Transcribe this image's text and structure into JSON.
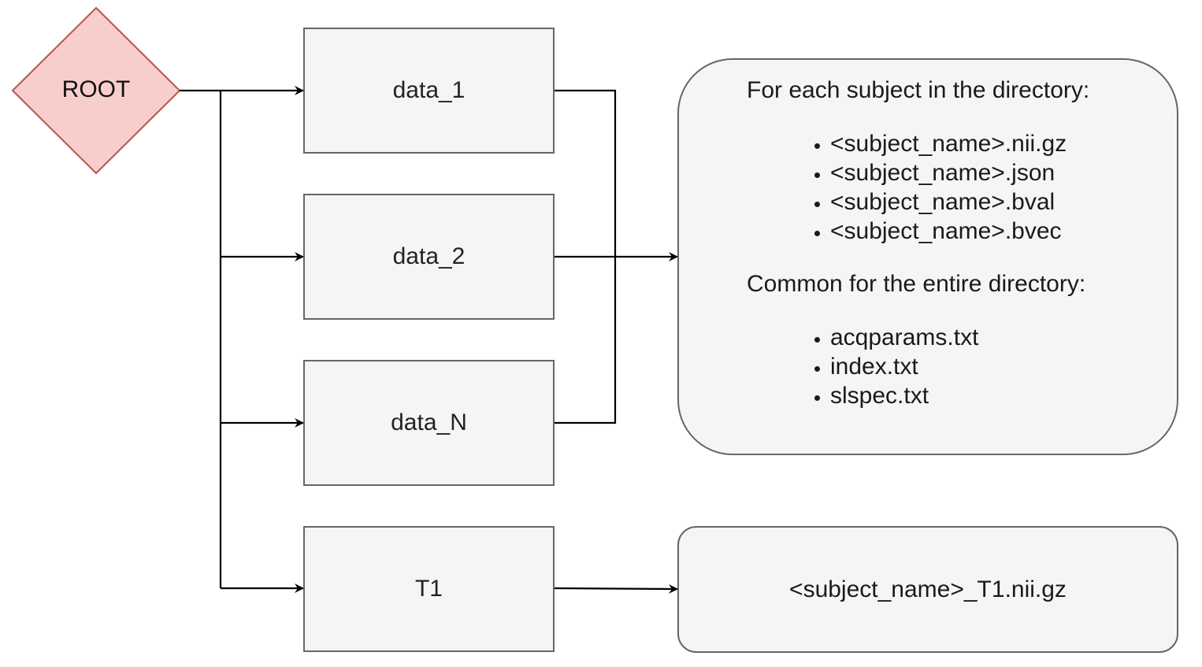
{
  "root": {
    "label": "ROOT"
  },
  "folders": [
    {
      "label": "data_1"
    },
    {
      "label": "data_2"
    },
    {
      "label": "data_N"
    },
    {
      "label": "T1"
    }
  ],
  "subject_info": {
    "per_subject_heading": "For each subject in the directory:",
    "per_subject_files": [
      "<subject_name>.nii.gz",
      "<subject_name>.json",
      "<subject_name>.bval",
      "<subject_name>.bvec"
    ],
    "common_heading": "Common for the entire directory:",
    "common_files": [
      "acqparams.txt",
      "index.txt",
      "slspec.txt"
    ]
  },
  "t1_info": {
    "file": "<subject_name>_T1.nii.gz"
  },
  "colors": {
    "root_fill": "#f8cecc",
    "root_stroke": "#b85450",
    "box_fill": "#f5f5f5",
    "box_stroke": "#666666",
    "connector": "#000000"
  }
}
